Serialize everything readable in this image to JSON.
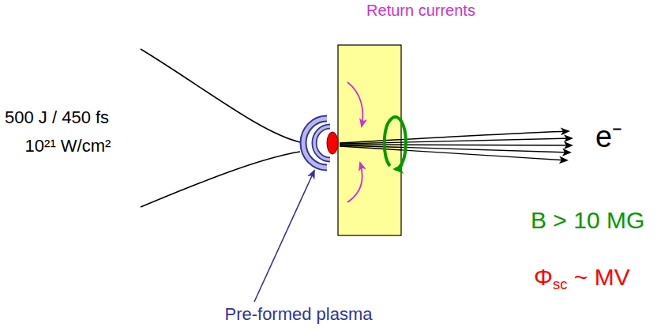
{
  "diagram": {
    "labels": [
      "Return currents",
      "500 J / 450 fs",
      "10²¹ W/cm²",
      "e⁻",
      "B > 10 MG",
      "Φsc ~ MV",
      "Pre-formed plasma"
    ]
  }
}
